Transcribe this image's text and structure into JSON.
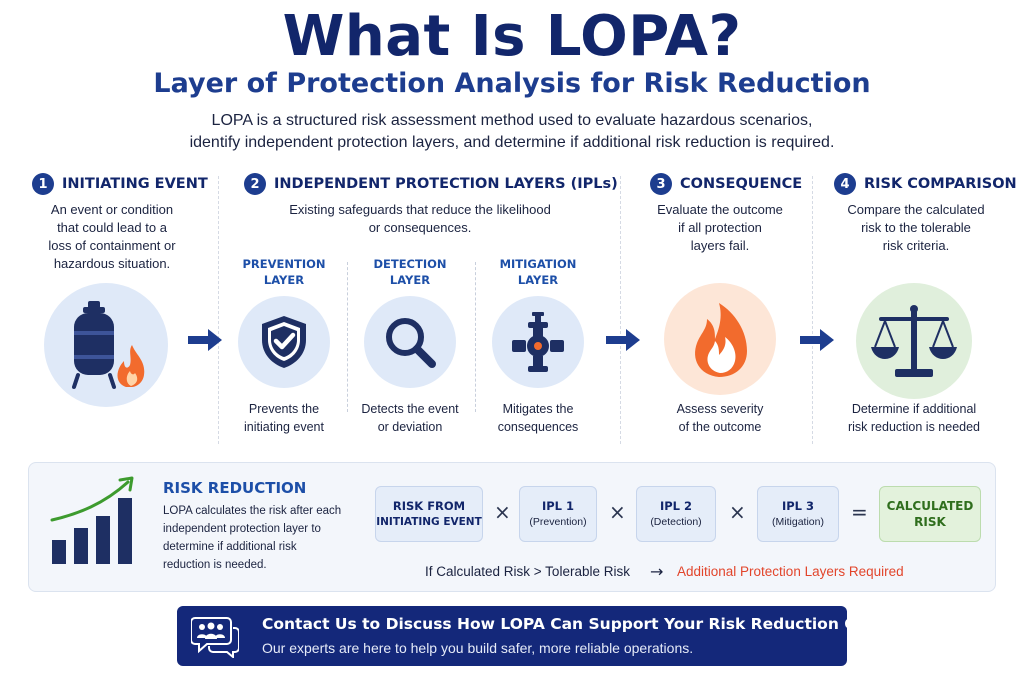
{
  "header": {
    "title": "What Is LOPA?",
    "subtitle": "Layer of Protection Analysis for Risk Reduction",
    "intro_line1": "LOPA is a structured risk assessment method used to evaluate hazardous scenarios,",
    "intro_line2": "identify independent protection layers, and determine if additional risk reduction is required."
  },
  "steps": [
    {
      "number": "1",
      "title": "INITIATING EVENT",
      "desc": [
        "An event or condition",
        "that could lead to a",
        "loss of containment or",
        "hazardous situation."
      ],
      "icon": "gas-tank-fire-icon"
    },
    {
      "number": "2",
      "title": "INDEPENDENT PROTECTION LAYERS (IPLs)",
      "desc": [
        "Existing safeguards that reduce the likelihood",
        "or consequences."
      ]
    },
    {
      "number": "3",
      "title": "CONSEQUENCE",
      "desc": [
        "Evaluate the outcome",
        "if all protection",
        "layers fail."
      ],
      "caption": [
        "Assess severity",
        "of the outcome"
      ],
      "icon": "flame-icon"
    },
    {
      "number": "4",
      "title": "RISK COMPARISON",
      "desc": [
        "Compare the calculated",
        "risk to the tolerable",
        "risk criteria."
      ],
      "caption": [
        "Determine if additional",
        "risk reduction is needed"
      ],
      "icon": "scales-icon"
    }
  ],
  "layers": [
    {
      "title": [
        "PREVENTION",
        "LAYER"
      ],
      "caption": [
        "Prevents the",
        "initiating event"
      ],
      "icon": "shield-check-icon"
    },
    {
      "title": [
        "DETECTION",
        "LAYER"
      ],
      "caption": [
        "Detects the event",
        "or deviation"
      ],
      "icon": "magnifier-icon"
    },
    {
      "title": [
        "MITIGATION",
        "LAYER"
      ],
      "caption": [
        "Mitigates the",
        "consequences"
      ],
      "icon": "valve-icon"
    }
  ],
  "risk_reduction": {
    "title": "RISK REDUCTION",
    "desc": [
      "LOPA calculates the risk after each",
      "independent protection layer to",
      "determine if additional risk",
      "reduction is needed."
    ],
    "formula": [
      {
        "line1": "RISK FROM",
        "line2": "INITIATING EVENT"
      },
      {
        "line1": "IPL 1",
        "line2": "(Prevention)"
      },
      {
        "line1": "IPL 2",
        "line2": "(Detection)"
      },
      {
        "line1": "IPL 3",
        "line2": "(Mitigation)"
      },
      {
        "line1": "CALCULATED",
        "line2": "RISK"
      }
    ],
    "multiply_symbol": "×",
    "equals_symbol": "=",
    "condition": "If Calculated Risk > Tolerable Risk",
    "condition_arrow": "→",
    "condition_result": "Additional Protection Layers Required"
  },
  "cta": {
    "title": "Contact Us to Discuss How LOPA Can Support Your Risk Reduction Goals",
    "subtitle": "Our experts are here to help you build safer, more reliable operations.",
    "icon": "chat-group-icon"
  },
  "colors": {
    "navy": "#12266b",
    "accent_blue": "#1d4fa8",
    "orange": "#f26b2d",
    "green": "#2f6e1d",
    "red": "#e2452b"
  }
}
